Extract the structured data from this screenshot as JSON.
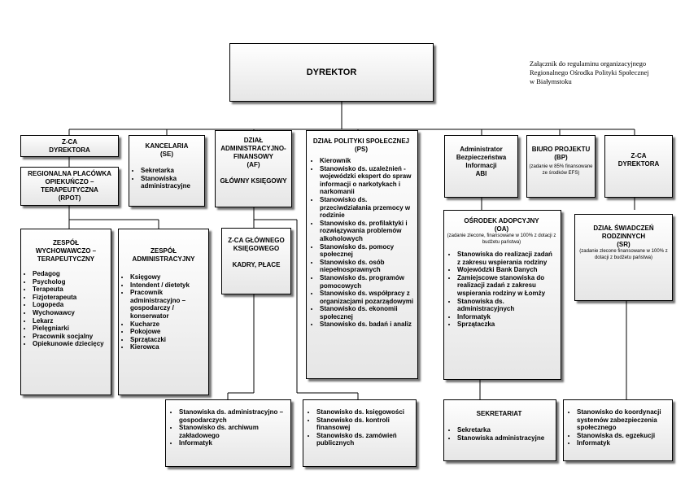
{
  "note": {
    "line1": "Załącznik do regulaminu organizacyjnego",
    "line2": "Regionalnego Ośrodka Polityki Społecznej",
    "line3": "w Białymstoku"
  },
  "director": "DYREKTOR",
  "deputy1": {
    "line1": "Z-CA",
    "line2": "DYREKTORA"
  },
  "rpot": {
    "line1": "REGIONALNA PLACÓWKA",
    "line2": "OPIEKUŃCZO –",
    "line3": "TERAPEUTYCZNA",
    "line4": "(RPOT)"
  },
  "team_therapy": {
    "title1": "ZESPÓŁ",
    "title2": "WYCHOWAWCZO –",
    "title3": "TERAPEUTYCZNY",
    "items": [
      "Pedagog",
      "Psycholog",
      "Terapeuta",
      "Fizjoterapeuta",
      "Logopeda",
      "Wychowawcy",
      "Lekarz",
      "Pielęgniarki",
      "Pracownik socjalny",
      "Opiekunowie dziecięcy"
    ]
  },
  "team_admin": {
    "title1": "ZESPÓŁ",
    "title2": "ADMINISTRACYJNY",
    "items": [
      "Księgowy",
      "Intendent / dietetyk",
      "Pracownik administracyjno – gospodarczy / konserwator",
      "Kucharze",
      "Pokojowe",
      "Sprzątaczki",
      "Kierowca"
    ]
  },
  "office": {
    "title1": "KANCELARIA",
    "title2": "(SE)",
    "items": [
      "Sekretarka",
      "Stanowiska administracyjne"
    ]
  },
  "finance": {
    "line1": "DZIAŁ",
    "line2": "ADMINISTRACYJNO-",
    "line3": "FINANSOWY",
    "line4": "(AF)",
    "line5": "GŁÓWNY KSIĘGOWY"
  },
  "deputy_accountant": {
    "line1": "Z-CA GŁÓWNEGO",
    "line2": "KSIĘGOWEGO",
    "line3": "KADRY, PŁACE"
  },
  "finance_left": {
    "items": [
      "Stanowiska ds. administracyjno – gospodarczych",
      "Stanowisko ds. archiwum zakładowego",
      "Informatyk"
    ]
  },
  "finance_right": {
    "items": [
      "Stanowisko ds. księgowości",
      "Stanowisko ds. kontroli finansowej",
      "Stanowisko ds. zamówień publicznych"
    ]
  },
  "social_policy": {
    "title1": "DZIAŁ POLITYKI SPOŁECZNEJ",
    "title2": "(PS)",
    "items": [
      "Kierownik",
      "Stanowisko ds. uzależnień - wojewódzki ekspert do spraw informacji o narkotykach i narkomanii",
      "Stanowisko ds. przeciwdziałania przemocy w rodzinie",
      "Stanowisko ds. profilaktyki i rozwiązywania problemów alkoholowych",
      "Stanowisko ds. pomocy społecznej",
      "Stanowisko ds. osób niepełnosprawnych",
      "Stanowisko ds. programów pomocowych",
      "Stanowisko ds. współpracy z organizacjami pozarządowymi",
      "Stanowisko ds. ekonomii społecznej",
      "Stanowisko ds. badań i analiz"
    ]
  },
  "abi": {
    "line1": "Administrator",
    "line2": "Bezpieczeństwa",
    "line3": "Informacji",
    "line4": "ABI"
  },
  "projects": {
    "line1": "BIURO PROJEKTU",
    "line2": "(BP)",
    "sub": "(zadanie w 85% finansowane ze środków EFS)"
  },
  "deputy2": {
    "line1": "Z-CA",
    "line2": "DYREKTORA"
  },
  "adoption": {
    "title1": "OŚRODEK ADOPCYJNY",
    "title2": "(OA)",
    "sub": "(zadanie zlecone, finansowane w 100% z dotacji z budżetu państwa)",
    "items": [
      "Stanowiska do realizacji zadań z zakresu wspierania rodziny",
      "Wojewódzki Bank Danych",
      "Zamiejscowe stanowiska do realizacji zadań z zakresu wspierania rodziny w Łomży",
      "Stanowiska ds. administracyjnych",
      "Informatyk",
      "Sprzątaczka"
    ]
  },
  "family_benefits": {
    "title1": "DZIAŁ ŚWIADCZEŃ",
    "title2": "RODZINNYCH",
    "title3": "(SR)",
    "sub": "(zadanie zlecone finansowane w 100% z dotacji z budżetu państwa)"
  },
  "secretariat": {
    "title": "SEKRETARIAT",
    "items": [
      "Sekretarka",
      "Stanowiska administracyjne"
    ]
  },
  "benefits_list": {
    "items": [
      "Stanowisko do koordynacji systemów zabezpieczenia społecznego",
      "Stanowiska ds. egzekucji",
      "Informatyk"
    ]
  }
}
